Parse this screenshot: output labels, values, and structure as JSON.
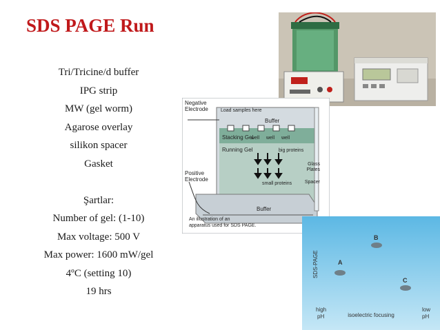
{
  "slide": {
    "title": "SDS PAGE Run",
    "items": [
      "Tri/Tricine/d buffer",
      "IPG strip",
      "MW (gel worm)",
      "Agarose overlay",
      "silikon spacer",
      "Gasket"
    ],
    "conditions_heading": "Şartlar:",
    "conditions": [
      "Number of gel: (1-10)",
      "Max voltage: 500 V",
      "Max power: 1600 mW/gel",
      "4ºC (setting 10)",
      "19 hrs"
    ]
  },
  "diagram": {
    "negative_electrode": [
      "Negative",
      "Electrode"
    ],
    "load_samples": "Load samples here",
    "buffer_top": "Buffer",
    "stacking_gel": "Stacking Gel",
    "well_labels": [
      "well",
      "well",
      "well"
    ],
    "running_gel": "Running Gel",
    "big_proteins": "big proteins",
    "small_proteins": "small proteins",
    "glass_plates": [
      "Glass",
      "Plates"
    ],
    "spacer": "Spacer",
    "positive_electrode": [
      "Positive",
      "Electrode"
    ],
    "buffer_bottom": "Buffer",
    "caption": [
      "An illustration of an",
      "apparatus used for SDS PAGE."
    ]
  },
  "gel2d": {
    "y_axis": "SDS-PAGE",
    "spots": [
      "A",
      "B",
      "C"
    ],
    "x_axis": "isoelectric focusing",
    "left_label": [
      "high",
      "pH"
    ],
    "right_label": [
      "low",
      "pH"
    ]
  }
}
